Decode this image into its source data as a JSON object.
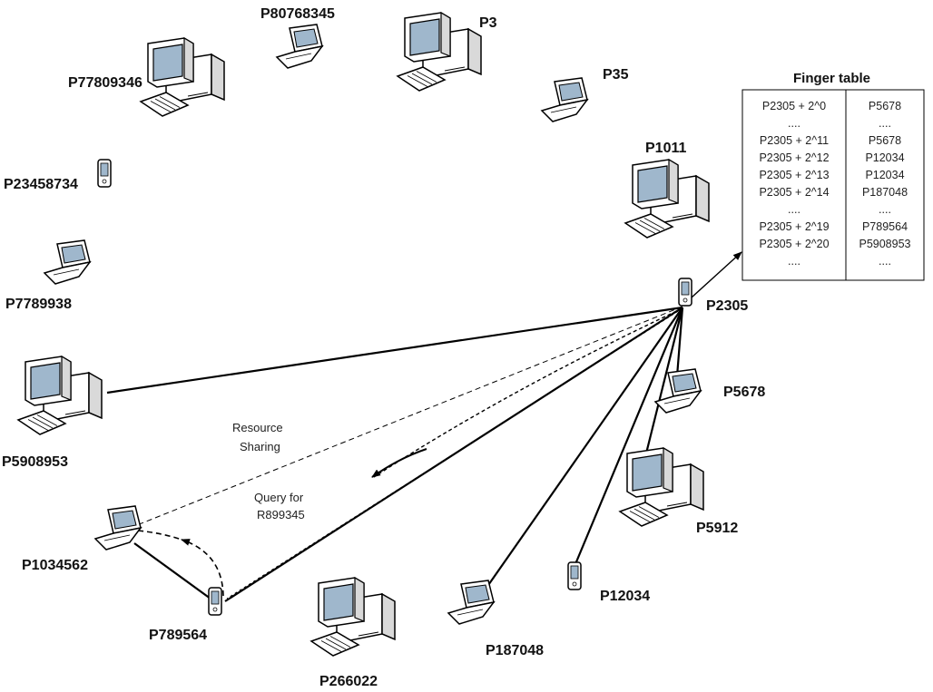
{
  "nodes": [
    {
      "id": "P80768345",
      "label": "P80768345",
      "device": "laptop"
    },
    {
      "id": "P3",
      "label": "P3",
      "device": "desktop"
    },
    {
      "id": "P77809346",
      "label": "P77809346",
      "device": "desktop"
    },
    {
      "id": "P35",
      "label": "P35",
      "device": "laptop"
    },
    {
      "id": "P1011",
      "label": "P1011",
      "device": "desktop"
    },
    {
      "id": "P23458734",
      "label": "P23458734",
      "device": "phone"
    },
    {
      "id": "P7789938",
      "label": "P7789938",
      "device": "laptop"
    },
    {
      "id": "P2305",
      "label": "P2305",
      "device": "phone"
    },
    {
      "id": "P5908953",
      "label": "P5908953",
      "device": "desktop"
    },
    {
      "id": "P5678",
      "label": "P5678",
      "device": "laptop"
    },
    {
      "id": "P5912",
      "label": "P5912",
      "device": "desktop"
    },
    {
      "id": "P1034562",
      "label": "P1034562",
      "device": "laptop"
    },
    {
      "id": "P789564",
      "label": "P789564",
      "device": "phone"
    },
    {
      "id": "P12034",
      "label": "P12034",
      "device": "phone"
    },
    {
      "id": "P187048",
      "label": "P187048",
      "device": "laptop"
    },
    {
      "id": "P266022",
      "label": "P266022",
      "device": "desktop"
    }
  ],
  "connections": [
    {
      "from": "P2305",
      "to": "P5908953",
      "style": "solid"
    },
    {
      "from": "P2305",
      "to": "P789564",
      "style": "solid"
    },
    {
      "from": "P2305",
      "to": "P187048",
      "style": "solid"
    },
    {
      "from": "P2305",
      "to": "P12034",
      "style": "solid"
    },
    {
      "from": "P2305",
      "to": "P5912",
      "style": "solid"
    },
    {
      "from": "P2305",
      "to": "P5678",
      "style": "solid"
    },
    {
      "from": "P789564",
      "to": "P1034562",
      "style": "solid"
    },
    {
      "from": "P2305",
      "to": "P1034562",
      "style": "dashed"
    },
    {
      "from": "P2305",
      "to": "P789564",
      "style": "dotted"
    }
  ],
  "annotations": {
    "resource_sharing": [
      "Resource",
      "Sharing"
    ],
    "query": [
      "Query for",
      "R899345"
    ]
  },
  "finger_table": {
    "title": "Finger table",
    "rows": [
      {
        "key": "P2305 + 2^0",
        "value": "P5678"
      },
      {
        "key": "....",
        "value": "...."
      },
      {
        "key": "P2305 + 2^11",
        "value": "P5678"
      },
      {
        "key": "P2305 + 2^12",
        "value": "P12034"
      },
      {
        "key": "P2305 + 2^13",
        "value": "P12034"
      },
      {
        "key": "P2305 + 2^14",
        "value": "P187048"
      },
      {
        "key": "....",
        "value": "...."
      },
      {
        "key": "P2305 + 2^19",
        "value": "P789564"
      },
      {
        "key": "P2305 + 2^20",
        "value": "P5908953"
      },
      {
        "key": "....",
        "value": "...."
      }
    ]
  },
  "colors": {
    "line": "#000000",
    "device_fill": "#ffffff",
    "device_shade": "#d9d9d9",
    "screen": "#9fb7cc"
  }
}
